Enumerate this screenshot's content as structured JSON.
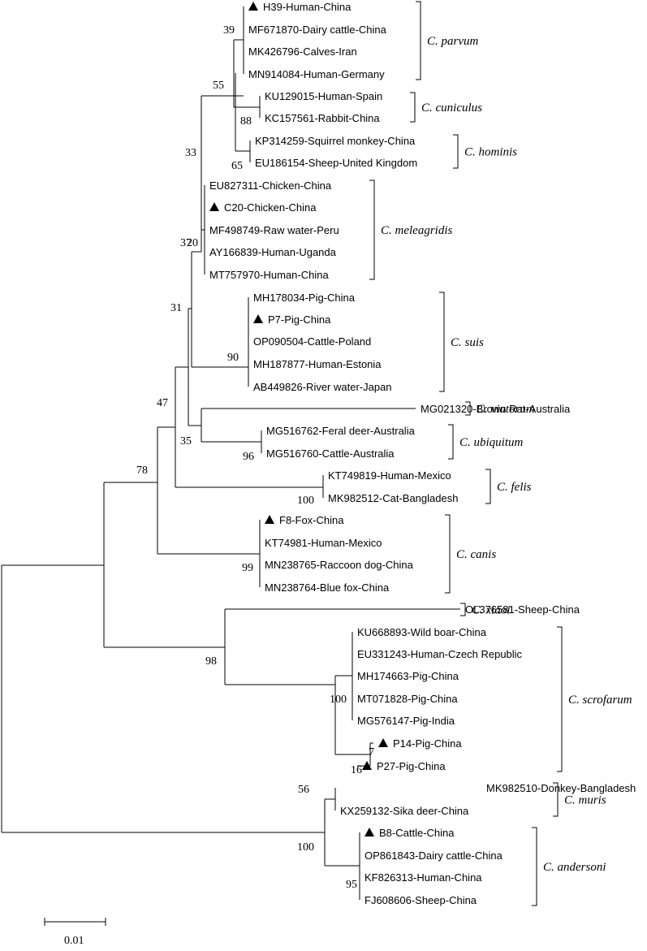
{
  "taxa": [
    {
      "id": "H39",
      "label": "H39-Human-China",
      "marked": true
    },
    {
      "id": "MF671870",
      "label": "MF671870-Dairy cattle-China",
      "marked": false
    },
    {
      "id": "MK426796",
      "label": "MK426796-Calves-Iran",
      "marked": false
    },
    {
      "id": "MN914084",
      "label": "MN914084-Human-Germany",
      "marked": false
    },
    {
      "id": "KU129015",
      "label": "KU129015-Human-Spain",
      "marked": false
    },
    {
      "id": "KC157561",
      "label": "KC157561-Rabbit-China",
      "marked": false
    },
    {
      "id": "KP314259",
      "label": "KP314259-Squirrel monkey-China",
      "marked": false
    },
    {
      "id": "EU186154",
      "label": "EU186154-Sheep-United Kingdom",
      "marked": false
    },
    {
      "id": "EU827311",
      "label": "EU827311-Chicken-China",
      "marked": false
    },
    {
      "id": "C20",
      "label": "C20-Chicken-China",
      "marked": true
    },
    {
      "id": "MF498749",
      "label": "MF498749-Raw water-Peru",
      "marked": false
    },
    {
      "id": "AY166839",
      "label": "AY166839-Human-Uganda",
      "marked": false
    },
    {
      "id": "MT757970",
      "label": "MT757970-Human-China",
      "marked": false
    },
    {
      "id": "MH178034",
      "label": "MH178034-Pig-China",
      "marked": false
    },
    {
      "id": "P7",
      "label": "P7-Pig-China",
      "marked": true
    },
    {
      "id": "OP090504",
      "label": "OP090504-Cattle-Poland",
      "marked": false
    },
    {
      "id": "MH187877",
      "label": "MH187877-Human-Estonia",
      "marked": false
    },
    {
      "id": "AB449826",
      "label": "AB449826-River water-Japan",
      "marked": false
    },
    {
      "id": "MG021320",
      "label": "MG021320-Brown Rat-Australia",
      "marked": false
    },
    {
      "id": "MG516762",
      "label": "MG516762-Feral deer-Australia",
      "marked": false
    },
    {
      "id": "MG516760",
      "label": "MG516760-Cattle-Australia",
      "marked": false
    },
    {
      "id": "KT749819",
      "label": "KT749819-Human-Mexico",
      "marked": false
    },
    {
      "id": "MK982512",
      "label": "MK982512-Cat-Bangladesh",
      "marked": false
    },
    {
      "id": "F8",
      "label": "F8-Fox-China",
      "marked": true
    },
    {
      "id": "KT74981",
      "label": "KT74981-Human-Mexico",
      "marked": false
    },
    {
      "id": "MN238765",
      "label": "MN238765-Raccoon dog-China",
      "marked": false
    },
    {
      "id": "MN238764",
      "label": "MN238764-Blue fox-China",
      "marked": false
    },
    {
      "id": "OL376581",
      "label": "OL376581-Sheep-China",
      "marked": false
    },
    {
      "id": "KU668893",
      "label": "KU668893-Wild boar-China",
      "marked": false
    },
    {
      "id": "EU331243",
      "label": "EU331243-Human-Czech Republic",
      "marked": false
    },
    {
      "id": "MH174663",
      "label": "MH174663-Pig-China",
      "marked": false
    },
    {
      "id": "MT071828",
      "label": "MT071828-Pig-China",
      "marked": false
    },
    {
      "id": "MG576147",
      "label": "MG576147-Pig-India",
      "marked": false
    },
    {
      "id": "P14",
      "label": "P14-Pig-China",
      "marked": true
    },
    {
      "id": "P27",
      "label": "P27-Pig-China",
      "marked": true
    },
    {
      "id": "MK982510",
      "label": "MK982510-Donkey-Bangladesh",
      "marked": false
    },
    {
      "id": "KX259132",
      "label": "KX259132-Sika deer-China",
      "marked": false
    },
    {
      "id": "B8",
      "label": "B8-Cattle-China",
      "marked": true
    },
    {
      "id": "OP861843",
      "label": "OP861843-Dairy cattle-China",
      "marked": false
    },
    {
      "id": "KF826313",
      "label": "KF826313-Human-China",
      "marked": false
    },
    {
      "id": "FJ608606",
      "label": "FJ608606-Sheep-China",
      "marked": false
    }
  ],
  "bootstrap": {
    "parvum": "39",
    "parvum_cuniculus": "55",
    "cuniculus": "88",
    "hominis": "65",
    "upper": "33",
    "meleagridis_a": "37",
    "meleagridis_b": "20",
    "suis": "90",
    "suis_group": "31",
    "viat_ubiq": "35",
    "ubiquitum": "96",
    "group47": "47",
    "felis": "100",
    "group78": "78",
    "canis": "99",
    "xiaoi_scrof": "98",
    "scrofarum": "100",
    "p14": "7",
    "p27": "16",
    "muris": "56",
    "muris_andersoni": "100",
    "andersoni": "95"
  },
  "species": {
    "parvum": "C. parvum",
    "cuniculus": "C. cuniculus",
    "hominis": "C. hominis",
    "meleagridis": "C. meleagridis",
    "suis": "C. suis",
    "viatorum": "C. viatorum",
    "ubiquitum": "C. ubiquitum",
    "felis": "C. felis",
    "canis": "C. canis",
    "xiaoi": "C. xiaoi",
    "scrofarum": "C. scrofarum",
    "muris": "C. muris",
    "andersoni": "C. andersoni"
  },
  "scale_label": "0.01",
  "colors": {
    "line": "#000000",
    "marker": "#000000"
  }
}
